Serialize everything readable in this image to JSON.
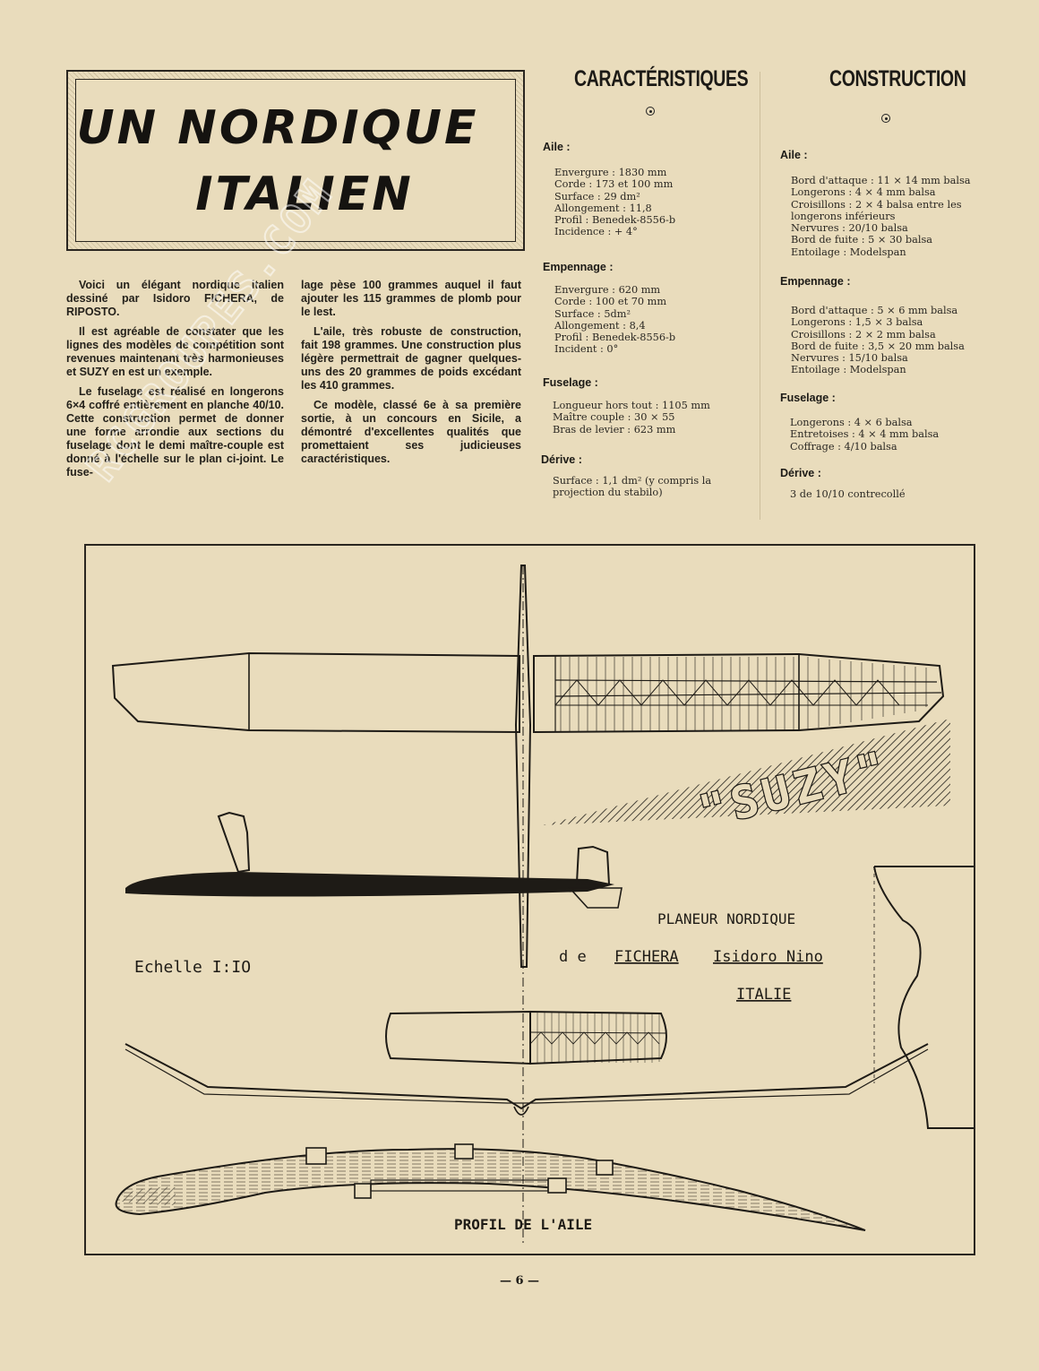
{
  "title": {
    "line1": "UN NORDIQUE",
    "line2": "ITALIEN"
  },
  "watermark": "RCGROUPES.COM",
  "article": {
    "paragraphs": [
      "Voici un élégant nordique italien dessiné par Isidoro FICHERA, de RIPOSTO.",
      "Il est agréable de constater que les lignes des modèles de compétition sont revenues maintenant très harmonieuses et SUZY en est un exemple.",
      "Le fuselage est réalisé en longerons 6×4 coffré entièrement en planche 40/10. Cette construction permet de donner une forme arrondie aux sections du fuselage dont le demi maître-couple est donné à l'échelle sur le plan ci-joint. Le fuselage pèse 100 grammes auquel il faut ajouter les 115 grammes de plomb pour le lest.",
      "L'aile, très robuste de construction, fait 198 grammes. Une construction plus légère permettrait de gagner quelques-uns des 20 grammes de poids excédant les 410 grammes.",
      "Ce modèle, classé 6e à sa première sortie, à un concours en Sicile, a démontré d'excellentes qualités que promettaient ses judicieuses caractéristiques."
    ],
    "col1_part1": "Le fuselage est réalisé en longerons 6×4 coffré entièrement en planche 40/10. Cette construction permet de donner une forme arrondie aux sections du fuselage dont le demi maître-couple est donné à l'échelle sur le plan ci-joint. Le fuse-",
    "col2_part1": "lage pèse 100 grammes auquel il faut ajouter les 115 grammes de plomb pour le lest."
  },
  "caracteristiques": {
    "heading": "CARACTÉRISTIQUES",
    "sections": [
      {
        "name": "Aile :",
        "lines": [
          "Envergure : 1830 mm",
          "Corde : 173 et 100 mm",
          "Surface : 29 dm²",
          "Allongement : 11,8",
          "Profil : Benedek-8556-b",
          "Incidence : + 4°"
        ]
      },
      {
        "name": "Empennage :",
        "lines": [
          "Envergure : 620 mm",
          "Corde : 100 et 70 mm",
          "Surface : 5dm²",
          "Allongement : 8,4",
          "Profil : Benedek-8556-b",
          "Incident : 0°"
        ]
      },
      {
        "name": "Fuselage :",
        "lines": [
          "Longueur hors tout : 1105 mm",
          "Maître couple : 30 × 55",
          "Bras de levier : 623 mm"
        ]
      },
      {
        "name": "Dérive :",
        "lines": [
          "Surface : 1,1 dm² (y compris la",
          "    projection du stabilo)"
        ]
      }
    ]
  },
  "construction": {
    "heading": "CONSTRUCTION",
    "sections": [
      {
        "name": "Aile :",
        "lines": [
          "Bord d'attaque : 11 × 14 mm balsa",
          "Longerons : 4 × 4 mm balsa",
          "Croisillons : 2 × 4 balsa entre les",
          "    longerons inférieurs",
          "Nervures : 20/10 balsa",
          "Bord de fuite : 5 × 30 balsa",
          "Entoilage : Modelspan"
        ]
      },
      {
        "name": "Empennage :",
        "lines": [
          "Bord d'attaque : 5 × 6 mm balsa",
          "Longerons : 1,5 × 3 balsa",
          "Croisillons : 2 × 2 mm balsa",
          "Bord de fuite : 3,5 × 20 mm balsa",
          "Nervures : 15/10 balsa",
          "Entoilage : Modelspan"
        ]
      },
      {
        "name": "Fuselage :",
        "lines": [
          "Longerons : 4 × 6 balsa",
          "Entretoises : 4 × 4 mm balsa",
          "Coffrage : 4/10 balsa"
        ]
      },
      {
        "name": "Dérive :",
        "lines": [
          "3 de 10/10 contrecollé"
        ]
      }
    ]
  },
  "drawing": {
    "model_name": "\"SUZY\"",
    "scale": "Echelle I:IO",
    "caption_line1": "PLANEUR NORDIQUE",
    "caption_de": "d e",
    "caption_designer_last": "FICHERA",
    "caption_designer_first": "Isidoro Nino",
    "caption_country": "ITALIE",
    "profile_label": "PROFIL DE L'AILE"
  },
  "footer": {
    "page_number": "— 6 —"
  }
}
